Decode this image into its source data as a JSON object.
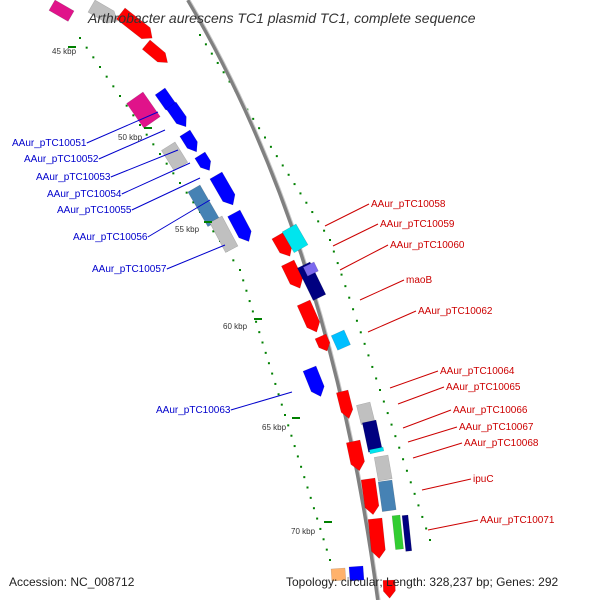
{
  "map": {
    "title": "Arthrobacter aurescens TC1 plasmid TC1, complete sequence",
    "accession": "Accession: NC_008712",
    "summary": "Topology: circular; Length: 328,237 bp; Genes: 292"
  },
  "ticks": [
    "45 kbp",
    "50 kbp",
    "55 kbp",
    "60 kbp",
    "65 kbp",
    "70 kbp"
  ],
  "genes_left": [
    "AAur_pTC10051",
    "AAur_pTC10052",
    "AAur_pTC10053",
    "AAur_pTC10054",
    "AAur_pTC10055",
    "AAur_pTC10056",
    "AAur_pTC10057",
    "AAur_pTC10063"
  ],
  "genes_right": [
    "AAur_pTC10058",
    "AAur_pTC10059",
    "AAur_pTC10060",
    "maoB",
    "AAur_pTC10062",
    "AAur_pTC10064",
    "AAur_pTC10065",
    "AAur_pTC10066",
    "AAur_pTC10067",
    "AAur_pTC10068",
    "ipuC",
    "AAur_pTC10071"
  ],
  "colors": {
    "forward_label": "#0000cc",
    "reverse_label": "#cc0000",
    "backbone": "#808080",
    "gc_dots": "#008000"
  }
}
